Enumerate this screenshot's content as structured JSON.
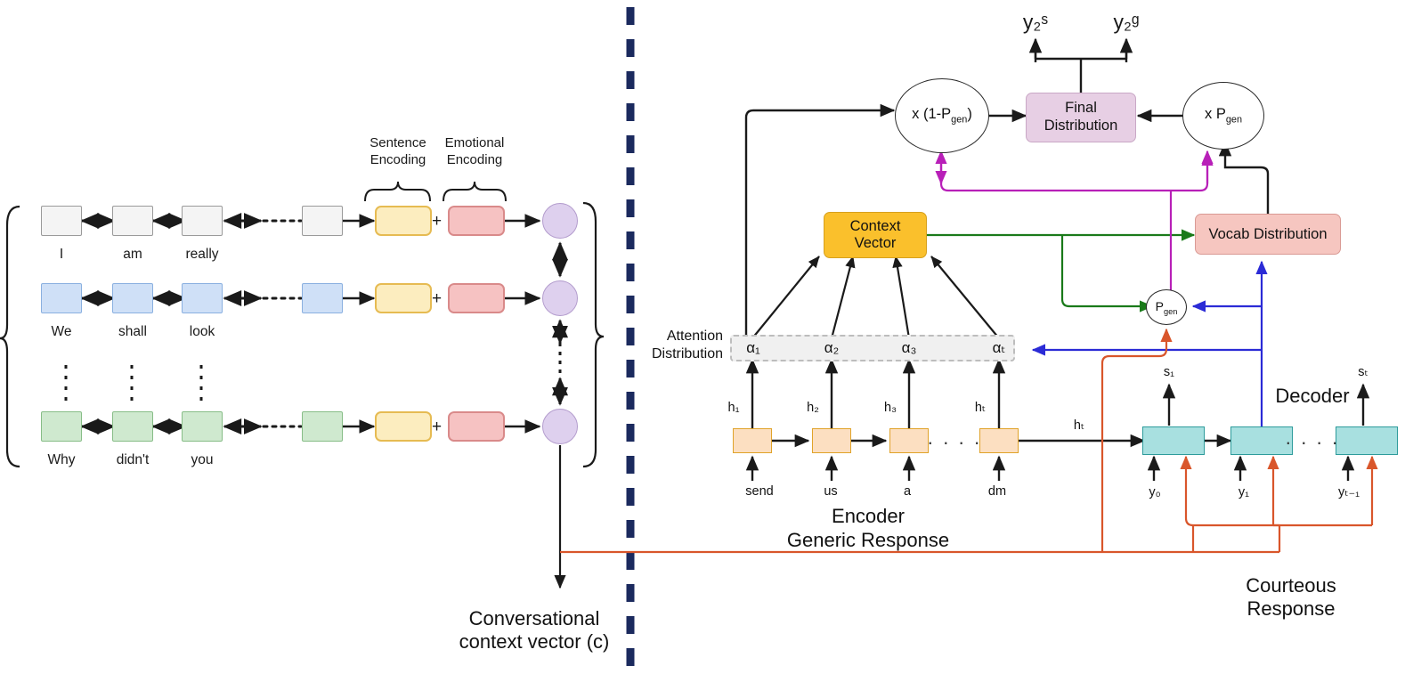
{
  "colors": {
    "divider": "#1b2a5e",
    "courteous_path": "#d9562b",
    "generic_path": "#d9562b",
    "attention_feedback": "#2b2bd6",
    "context_to_pgen": "#1a7a1a",
    "dist_to_mult": "#b820b8",
    "context_vector_fill": "#fac02c",
    "vocab_fill": "#f6c6c0",
    "final_fill": "#e7cfe4",
    "encoder_fill": "#fcdfc1",
    "decoder_fill": "#a8e0e0",
    "sentence_fill": "#fcedbf",
    "emotional_fill": "#f6c2c2",
    "hidden_fill": "#ded0ee"
  },
  "left_panel": {
    "sentence_encoding_label": "Sentence\nEncoding",
    "emotional_encoding_label": "Emotional\nEncoding",
    "sentence_encoding_line1": "Sentence",
    "sentence_encoding_line2": "Encoding",
    "emotional_encoding_line1": "Emotional",
    "emotional_encoding_line2": "Encoding",
    "plus_symbol": "+",
    "rows": [
      {
        "style": "r1",
        "words": [
          "I",
          "am",
          "really"
        ]
      },
      {
        "style": "r2",
        "words": [
          "We",
          "shall",
          "look"
        ]
      },
      {
        "style": "r3",
        "words": [
          "Why",
          "didn't",
          "you"
        ]
      }
    ],
    "output_line1": "Conversational",
    "output_line2": "context vector (c)"
  },
  "right_panel": {
    "outputs": {
      "left": "y₂ˢ",
      "right": "y₂ᵍ"
    },
    "mult_left_label": "x (1-P",
    "mult_left_sub": "gen",
    "mult_left_tail": ")",
    "mult_right_label": "x P",
    "mult_right_sub": "gen",
    "final_distribution_line1": "Final",
    "final_distribution_line2": "Distribution",
    "vocab_distribution": "Vocab Distribution",
    "context_vector_line1": "Context",
    "context_vector_line2": "Vector",
    "pgen_label": "P",
    "pgen_sub": "gen",
    "attention_label_line1": "Attention",
    "attention_label_line2": "Distribution",
    "alphas": [
      "α₁",
      "α₂",
      "α₃",
      "αₜ"
    ],
    "hidden_states": [
      "h₁",
      "h₂",
      "h₃",
      "hₜ"
    ],
    "hidden_state_out": "hₜ",
    "encoder_inputs": [
      "send",
      "us",
      "a",
      "dm"
    ],
    "encoder_label": "Encoder",
    "generic_response_label": "Generic Response",
    "decoder_label": "Decoder",
    "decoder_states": [
      "s₁",
      "sₜ"
    ],
    "decoder_inputs": [
      "y₀",
      "y₁",
      "yₜ₋₁"
    ],
    "courteous_response_label": "Courteous Response",
    "ellipsis": "· · · ·"
  }
}
